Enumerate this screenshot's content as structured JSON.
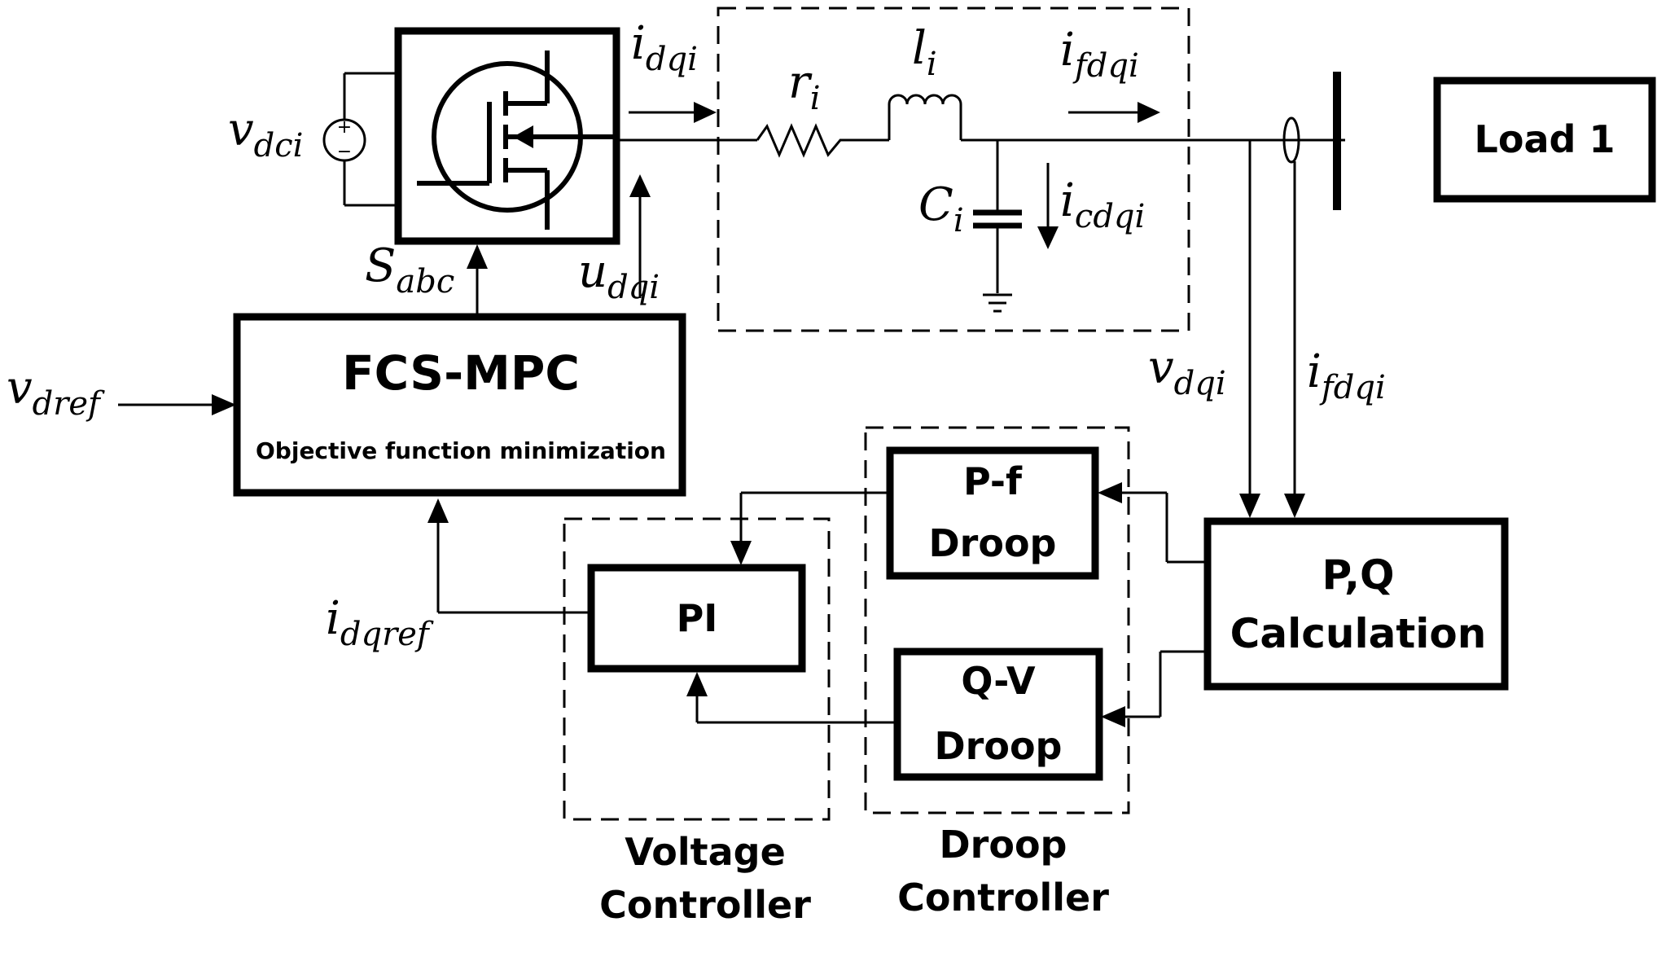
{
  "diagram": {
    "signals": {
      "v_dci": {
        "base": "v",
        "sub": "dci"
      },
      "s_abc": {
        "base": "S",
        "sub": "abc"
      },
      "u_dqi": {
        "base": "u",
        "sub": "dqi"
      },
      "i_dqi": {
        "base": "i",
        "sub": "dqi"
      },
      "r_i": {
        "base": "r",
        "sub": "i"
      },
      "l_i": {
        "base": "l",
        "sub": "i"
      },
      "i_fdqi_top": {
        "base": "i",
        "sub": "fdqi"
      },
      "c_i": {
        "base": "C",
        "sub": "i"
      },
      "i_cdqi": {
        "base": "i",
        "sub": "cdqi"
      },
      "v_dqi": {
        "base": "v",
        "sub": "dqi"
      },
      "i_fdqi_fb": {
        "base": "i",
        "sub": "fdqi"
      },
      "v_dref": {
        "base": "v",
        "sub": "dref"
      },
      "i_dqref": {
        "base": "i",
        "sub": "dqref"
      }
    },
    "blocks": {
      "load": "Load 1",
      "mpc_title": "FCS-MPC",
      "mpc_subtitle": "Objective function minimization",
      "pf_line1": "P-f",
      "pf_line2": "Droop",
      "qv_line1": "Q-V",
      "qv_line2": "Droop",
      "pi": "PI",
      "pq_line1": "P,Q",
      "pq_line2": "Calculation"
    },
    "groups": {
      "voltage_line1": "Voltage",
      "voltage_line2": "Controller",
      "droop_line1": "Droop",
      "droop_line2": "Controller"
    },
    "source_symbols": {
      "plus": "+",
      "minus": "−"
    }
  }
}
